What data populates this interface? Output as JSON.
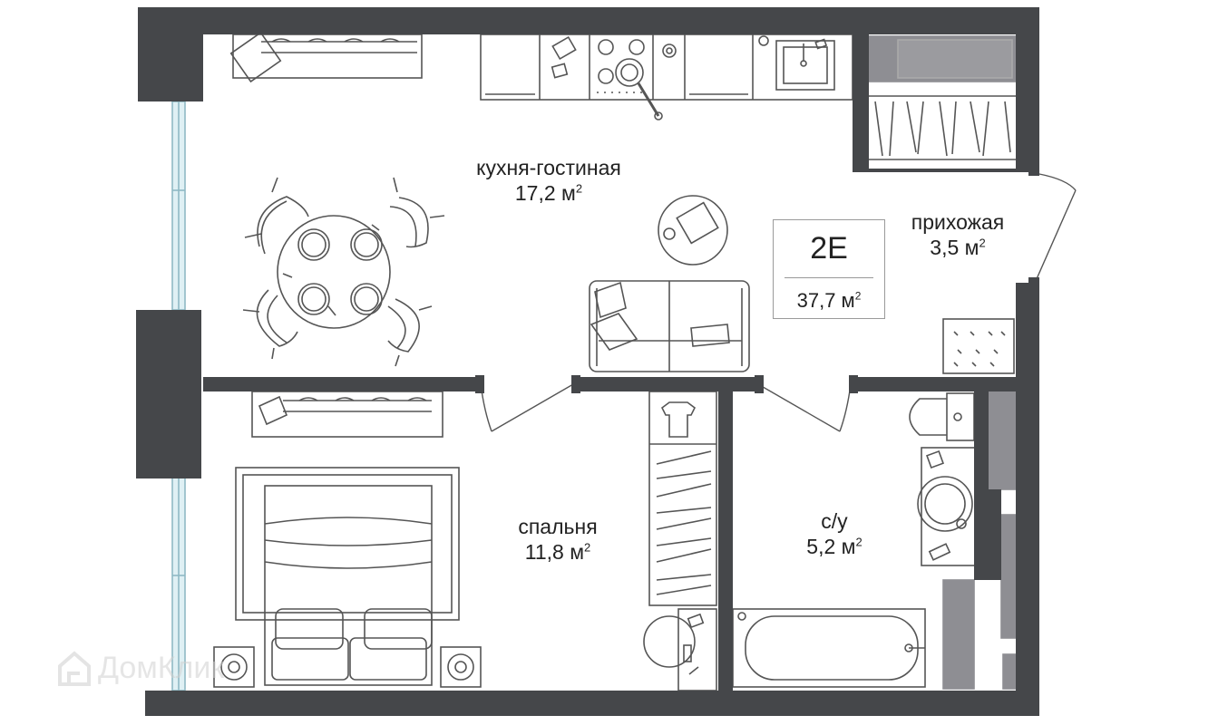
{
  "colors": {
    "wall": "#45474a",
    "furniture": "#555555",
    "window": "#cfe8ee",
    "wardrobe_fill": "#8e8e93"
  },
  "unit": {
    "code": "2E",
    "area": "37,7 м",
    "area_unit_power": "2"
  },
  "rooms": [
    {
      "id": "kitchen",
      "name": "кухня-гостиная",
      "area": "17,2 м",
      "power": "2"
    },
    {
      "id": "hall",
      "name": "прихожая",
      "area": "3,5 м",
      "power": "2"
    },
    {
      "id": "bedroom",
      "name": "спальня",
      "area": "11,8 м",
      "power": "2"
    },
    {
      "id": "bath",
      "name": "с/у",
      "area": "5,2 м",
      "power": "2"
    }
  ],
  "watermark": {
    "text": "ДомКлик",
    "icon": "house-icon"
  }
}
